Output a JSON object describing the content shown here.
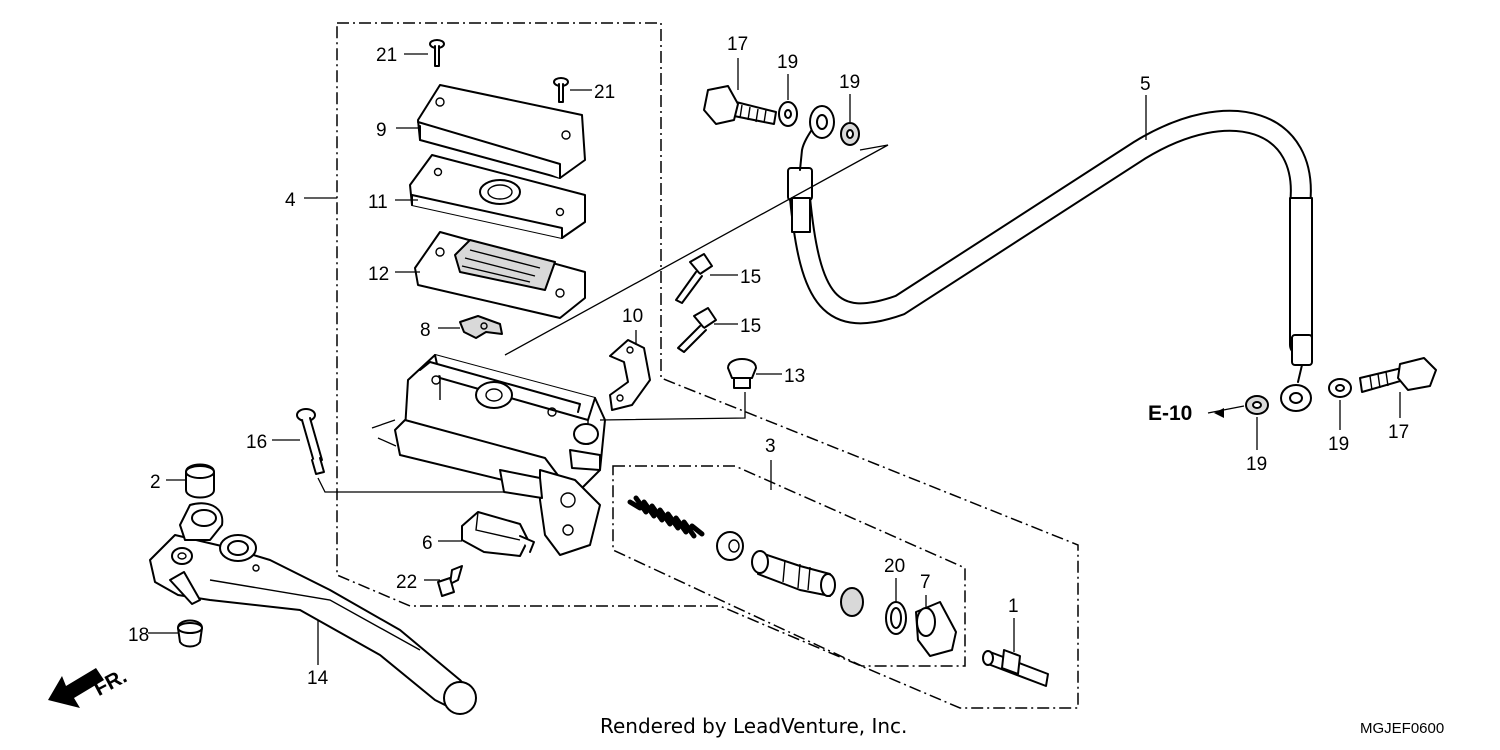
{
  "callouts": {
    "c1": "1",
    "c2": "2",
    "c3": "3",
    "c4": "4",
    "c5": "5",
    "c6": "6",
    "c7": "7",
    "c8": "8",
    "c9": "9",
    "c10": "10",
    "c11": "11",
    "c12": "12",
    "c13": "13",
    "c14": "14",
    "c15a": "15",
    "c15b": "15",
    "c16": "16",
    "c17a": "17",
    "c17b": "17",
    "c18": "18",
    "c19a": "19",
    "c19b": "19",
    "c19c": "19",
    "c19d": "19",
    "c20": "20",
    "c21a": "21",
    "c21b": "21",
    "c22": "22"
  },
  "reference": "E-10",
  "direction": "FR.",
  "credit": "Rendered by LeadVenture, Inc.",
  "diagram_code": "MGJEF0600"
}
